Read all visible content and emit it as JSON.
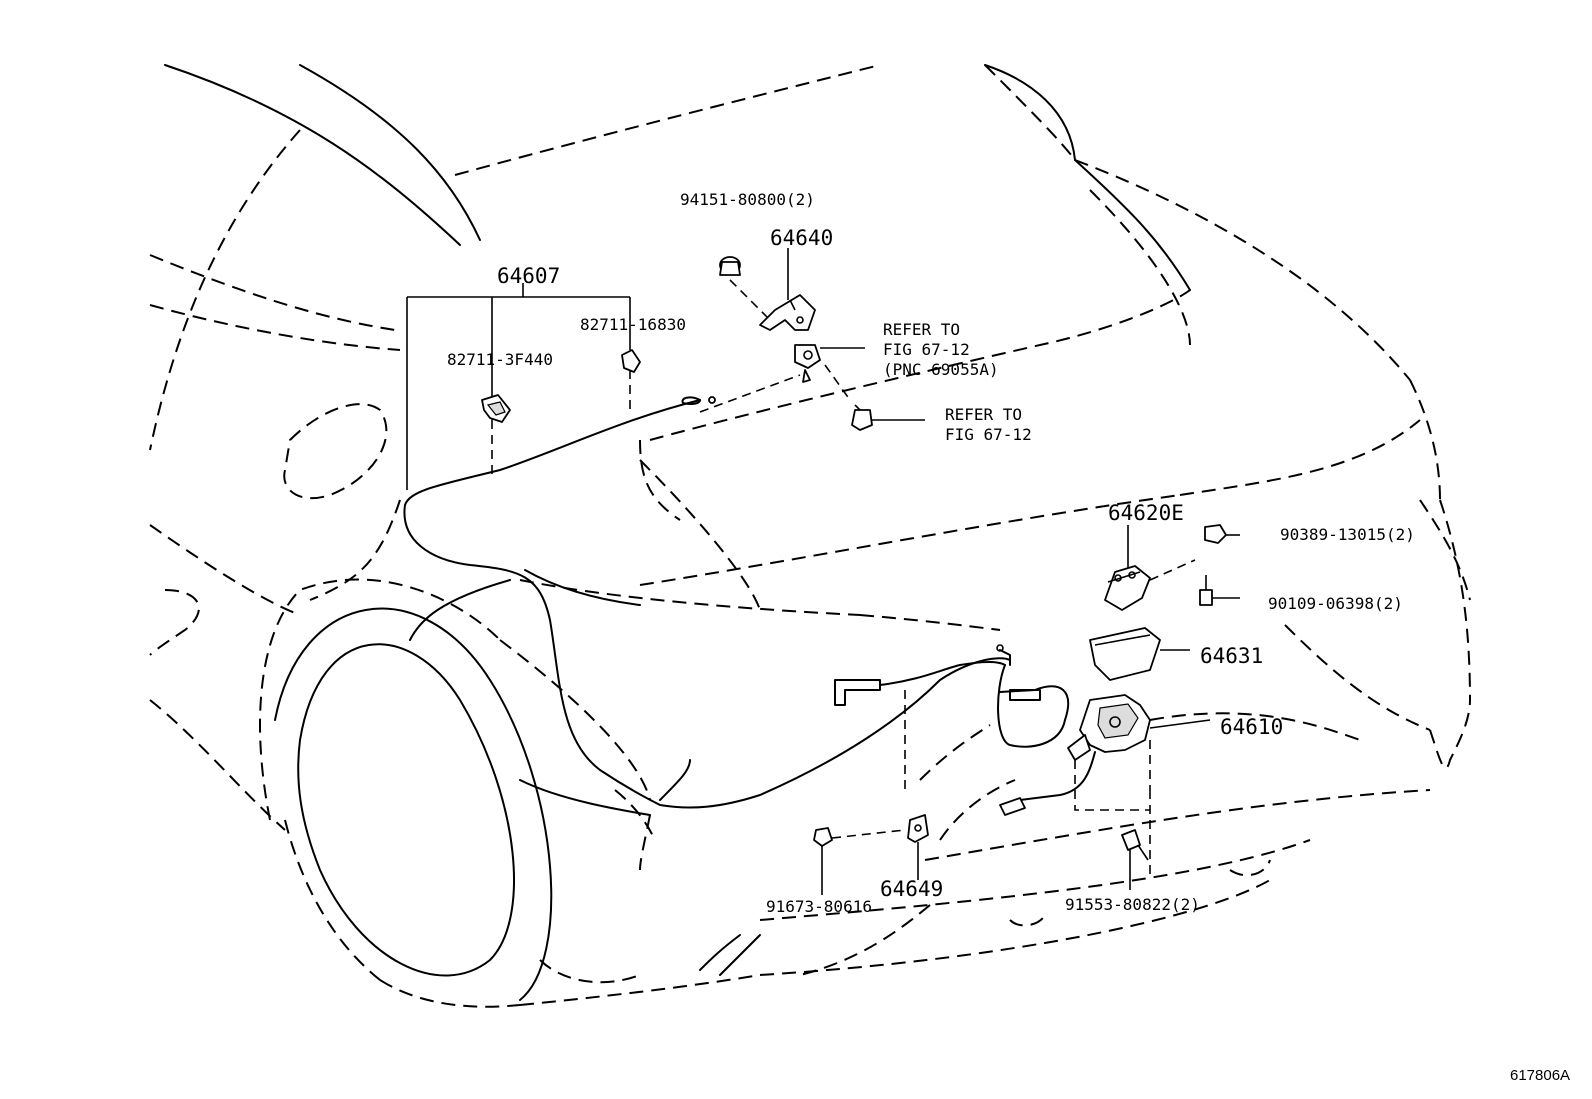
{
  "labels": {
    "p94151": "94151-80800(2)",
    "p64640": "64640",
    "p64607": "64607",
    "p82711_16830": "82711-16830",
    "p82711_3f440": "82711-3F440",
    "refer1_l1": "REFER TO",
    "refer1_l2": "FIG 67-12",
    "refer1_l3": "(PNC 69055A)",
    "refer2_l1": "REFER TO",
    "refer2_l2": "FIG 67-12",
    "p64620e": "64620E",
    "p90389": "90389-13015(2)",
    "p90109": "90109-06398(2)",
    "p64631": "64631",
    "p64610": "64610",
    "p91673": "91673-80616",
    "p64649": "64649",
    "p91553": "91553-80822(2)"
  },
  "figure_code": "617806A"
}
